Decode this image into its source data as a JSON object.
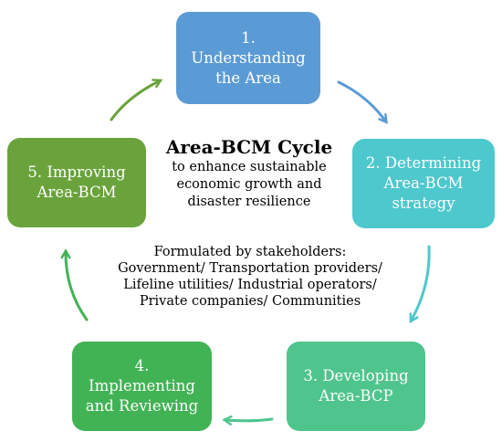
{
  "diagram": {
    "steps": [
      {
        "id": "step-1",
        "lines": [
          "1.",
          "Understanding",
          "the Area"
        ],
        "color": "#5b9bd5"
      },
      {
        "id": "step-2",
        "lines": [
          "2. Determining",
          "Area-BCM",
          "strategy"
        ],
        "color": "#4dc8cd"
      },
      {
        "id": "step-3",
        "lines": [
          "3. Developing",
          "Area-BCP"
        ],
        "color": "#4fc58d"
      },
      {
        "id": "step-4",
        "lines": [
          "4.",
          "Implementing",
          "and Reviewing"
        ],
        "color": "#41b355"
      },
      {
        "id": "step-5",
        "lines": [
          "5. Improving",
          "Area-BCM"
        ],
        "color": "#6aa33c"
      }
    ],
    "center": {
      "title": "Area-BCM Cycle",
      "subtitle_lines": [
        "to enhance sustainable",
        "economic growth and",
        "disaster resilience"
      ]
    },
    "stakeholders": {
      "lines": [
        "Formulated by stakeholders:",
        "Government/ Transportation providers/",
        "Lifeline utilities/ Industrial operators/",
        "Private companies/ Communities"
      ]
    },
    "arrow_colors": {
      "1-to-2": "#5b9bd5",
      "2-to-3": "#4dc8cd",
      "3-to-4": "#4fc58d",
      "4-to-5": "#41b355",
      "5-to-1": "#6aa33c"
    }
  }
}
